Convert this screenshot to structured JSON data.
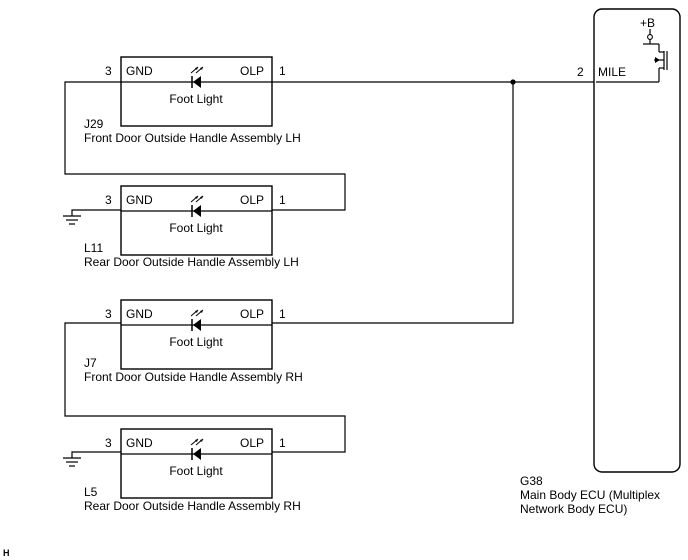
{
  "handles": [
    {
      "id": "J29",
      "name": "Front Door Outside Handle Assembly LH",
      "pin_gnd": "3",
      "gnd_label": "GND",
      "pin_olp": "1",
      "olp_label": "OLP",
      "light": "Foot Light"
    },
    {
      "id": "L11",
      "name": "Rear Door Outside Handle Assembly LH",
      "pin_gnd": "3",
      "gnd_label": "GND",
      "pin_olp": "1",
      "olp_label": "OLP",
      "light": "Foot Light"
    },
    {
      "id": "J7",
      "name": "Front Door Outside Handle Assembly RH",
      "pin_gnd": "3",
      "gnd_label": "GND",
      "pin_olp": "1",
      "olp_label": "OLP",
      "light": "Foot Light"
    },
    {
      "id": "L5",
      "name": "Rear Door Outside Handle Assembly RH",
      "pin_gnd": "3",
      "gnd_label": "GND",
      "pin_olp": "1",
      "olp_label": "OLP",
      "light": "Foot Light"
    }
  ],
  "ecu": {
    "id": "G38",
    "name_line1": "Main Body ECU (Multiplex",
    "name_line2": "Network Body ECU)",
    "pin": "2",
    "pin_label": "MILE",
    "supply": "+B"
  },
  "corner_mark": "H"
}
